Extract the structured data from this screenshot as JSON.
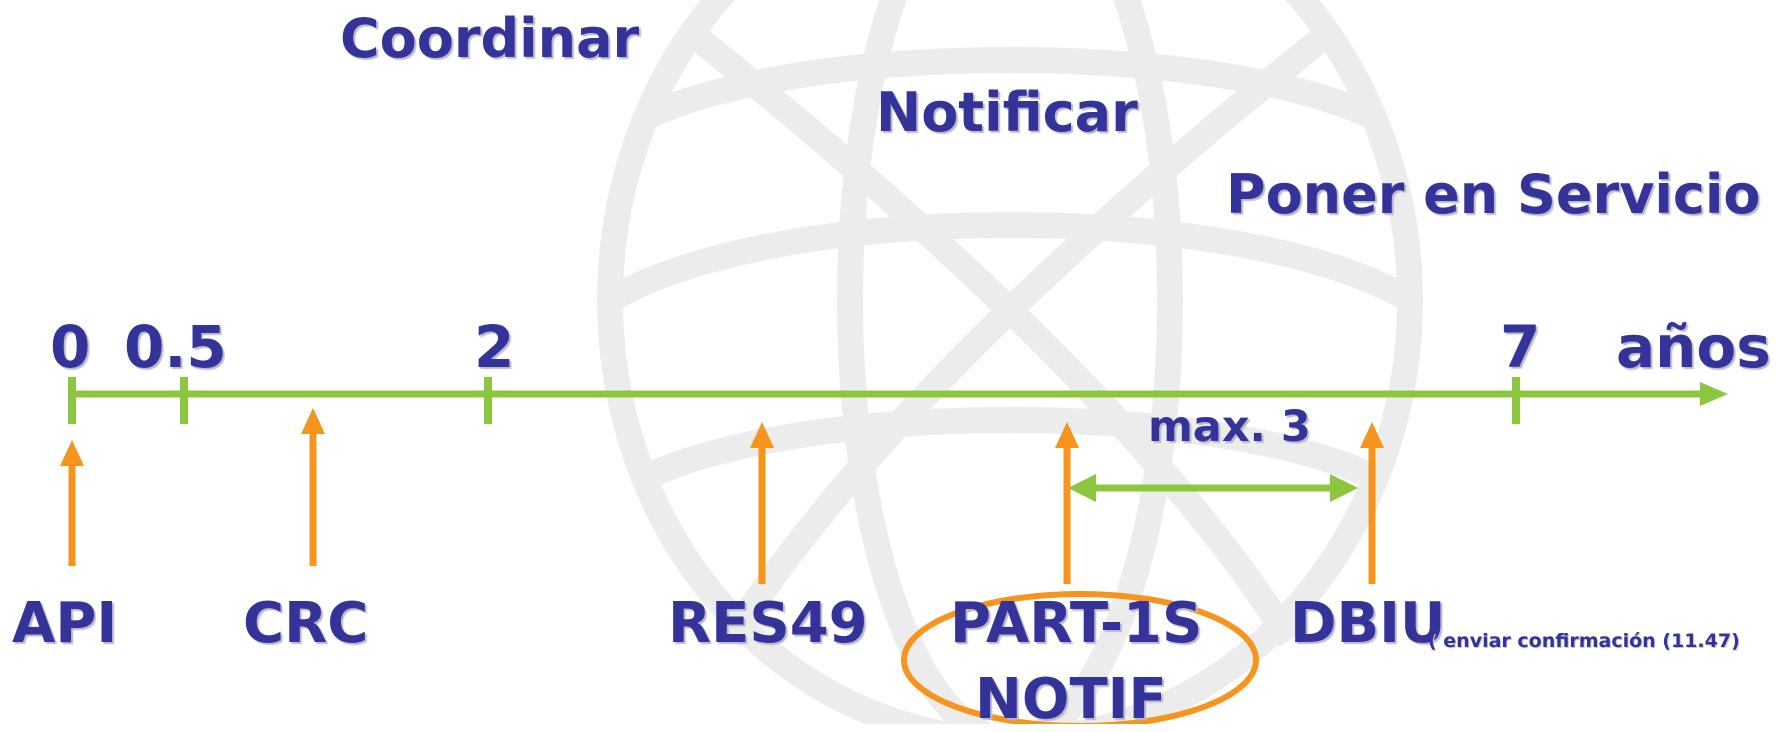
{
  "phases": {
    "coordinar": "Coordinar",
    "notificar": "Notificar",
    "poner_en_servicio": "Poner en Servicio"
  },
  "timeline": {
    "ticks": [
      "0",
      "0.5",
      "2",
      "7"
    ],
    "unit": "años"
  },
  "events": {
    "api": "API",
    "crc": "CRC",
    "res49": "RES49",
    "part1s_line1": "PART-1S",
    "part1s_line2": "NOTIF",
    "dbiu": "DBIU",
    "dbiu_note": "( enviar confirmación (11.47)"
  },
  "interval": {
    "label": "max. 3"
  },
  "colors": {
    "text": "#333399",
    "axis": "#8cc63f",
    "arrow": "#f7941d",
    "watermark": "#ececec"
  }
}
